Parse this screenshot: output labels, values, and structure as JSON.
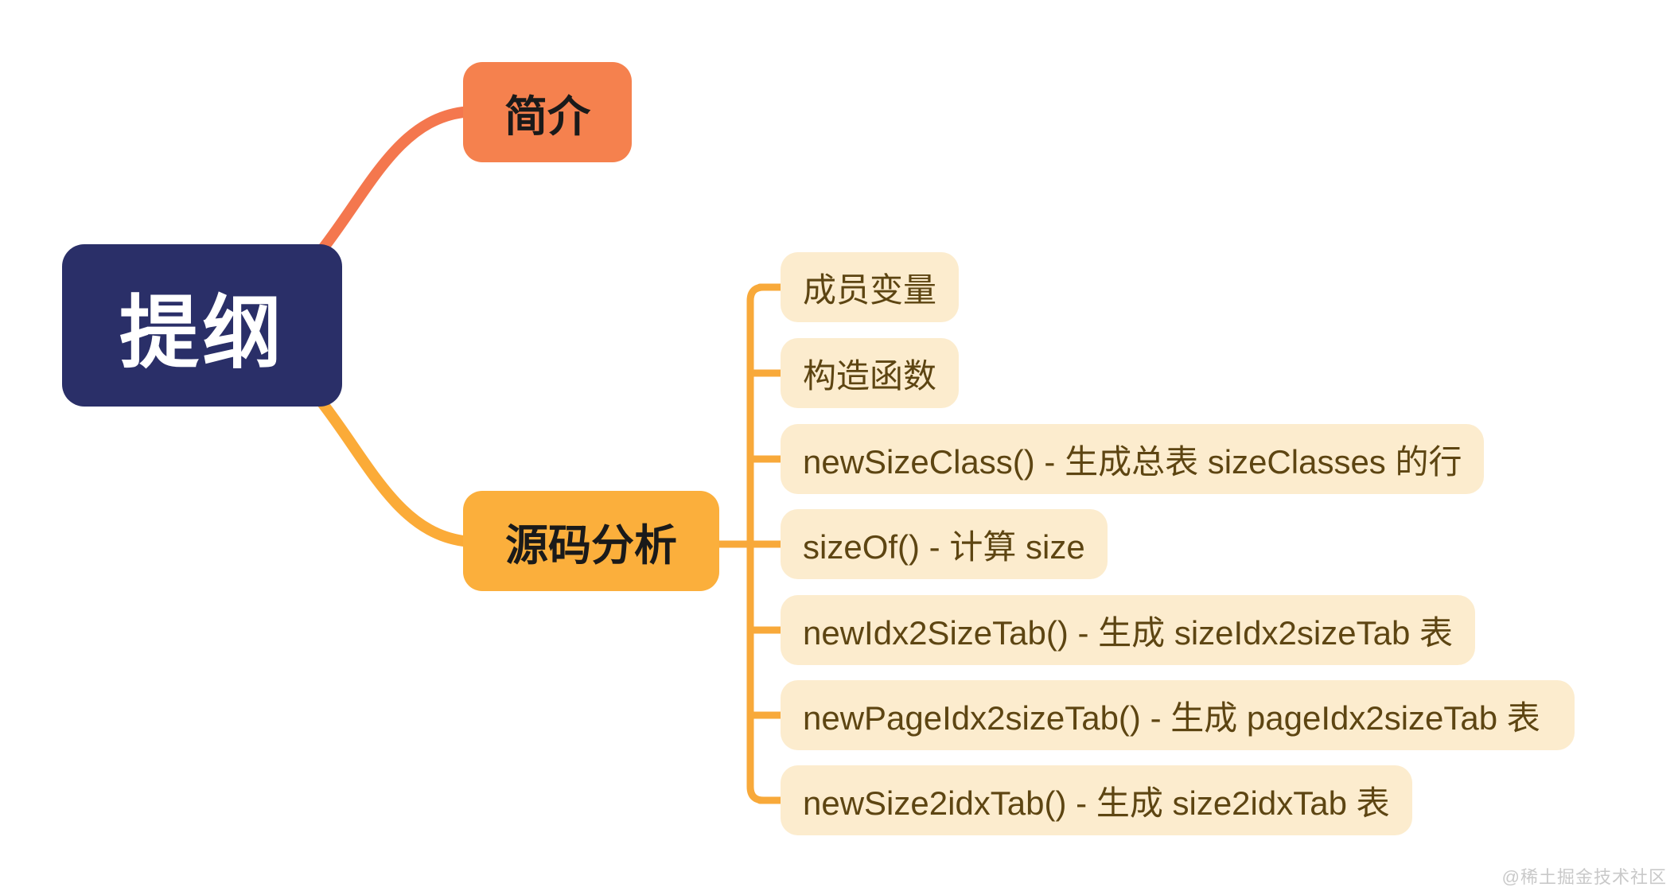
{
  "watermark": "@稀土掘金技术社区",
  "mindmap": {
    "root": {
      "label": "提纲"
    },
    "branches": [
      {
        "label": "简介",
        "children": []
      },
      {
        "label": "源码分析",
        "children": [
          {
            "label": "成员变量"
          },
          {
            "label": "构造函数"
          },
          {
            "label": "newSizeClass() - 生成总表 sizeClasses 的行"
          },
          {
            "label": "sizeOf() - 计算 size"
          },
          {
            "label": "newIdx2SizeTab() - 生成 sizeIdx2sizeTab 表"
          },
          {
            "label": "newPageIdx2sizeTab() - 生成 pageIdx2sizeTab 表"
          },
          {
            "label": "newSize2idxTab() - 生成 size2idxTab 表"
          }
        ]
      }
    ],
    "colors": {
      "background": "#FFFFFF",
      "root_bg": "#2A2F68",
      "root_text": "#FFFFFF",
      "intro_bg": "#F5814E",
      "source_bg": "#FBAF3C",
      "branch_text": "#1A1A1A",
      "child_bg": "#FCECCE",
      "child_text": "#5D4512",
      "edge_coral": "#F4774E",
      "edge_amber": "#F8A93A",
      "watermark_text": "#C9C9C9"
    }
  }
}
